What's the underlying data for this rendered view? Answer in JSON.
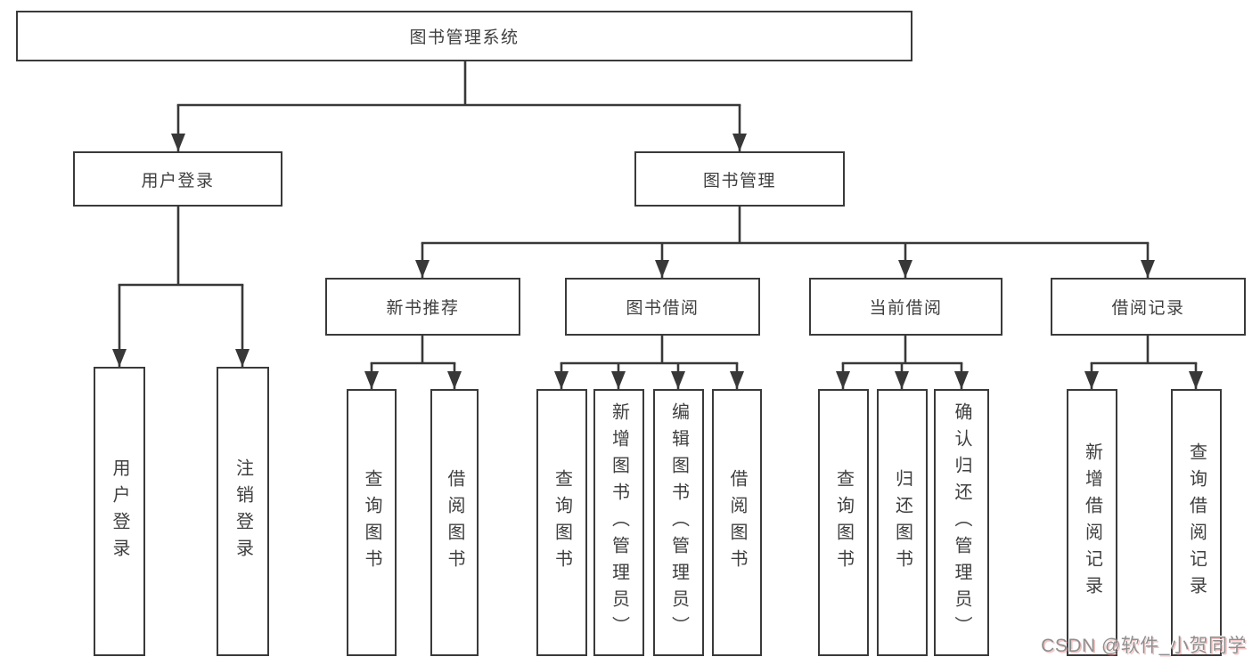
{
  "colors": {
    "line": "#383838",
    "box_border": "#3a3a3a",
    "text": "#3f3f3f",
    "watermark": "#8f8f8f"
  },
  "tree": {
    "root": {
      "label": "图书管理系统"
    },
    "user_login": {
      "label": "用户登录",
      "children": {
        "login": {
          "label": "用户登录"
        },
        "logout": {
          "label": "注销登录"
        }
      }
    },
    "book_management": {
      "label": "图书管理",
      "groups": {
        "new_book_recommend": {
          "label": "新书推荐",
          "children": {
            "query_books": {
              "label": "查询图书"
            },
            "borrow_books": {
              "label": "借阅图书"
            }
          }
        },
        "book_borrowing": {
          "label": "图书借阅",
          "children": {
            "query_books": {
              "label": "查询图书"
            },
            "add_books": {
              "label": "新增图书（管理员）"
            },
            "edit_books": {
              "label": "编辑图书（管理员）"
            },
            "borrow_books": {
              "label": "借阅图书"
            }
          }
        },
        "current_borrowing": {
          "label": "当前借阅",
          "children": {
            "query_books": {
              "label": "查询图书"
            },
            "return_books": {
              "label": "归还图书"
            },
            "confirm_return": {
              "label": "确认归还（管理员）"
            }
          }
        },
        "borrowing_records": {
          "label": "借阅记录",
          "children": {
            "add_record": {
              "label": "新增借阅记录"
            },
            "query_record": {
              "label": "查询借阅记录"
            }
          }
        }
      }
    }
  },
  "watermark": {
    "text": "CSDN @软件_小贺同学"
  }
}
